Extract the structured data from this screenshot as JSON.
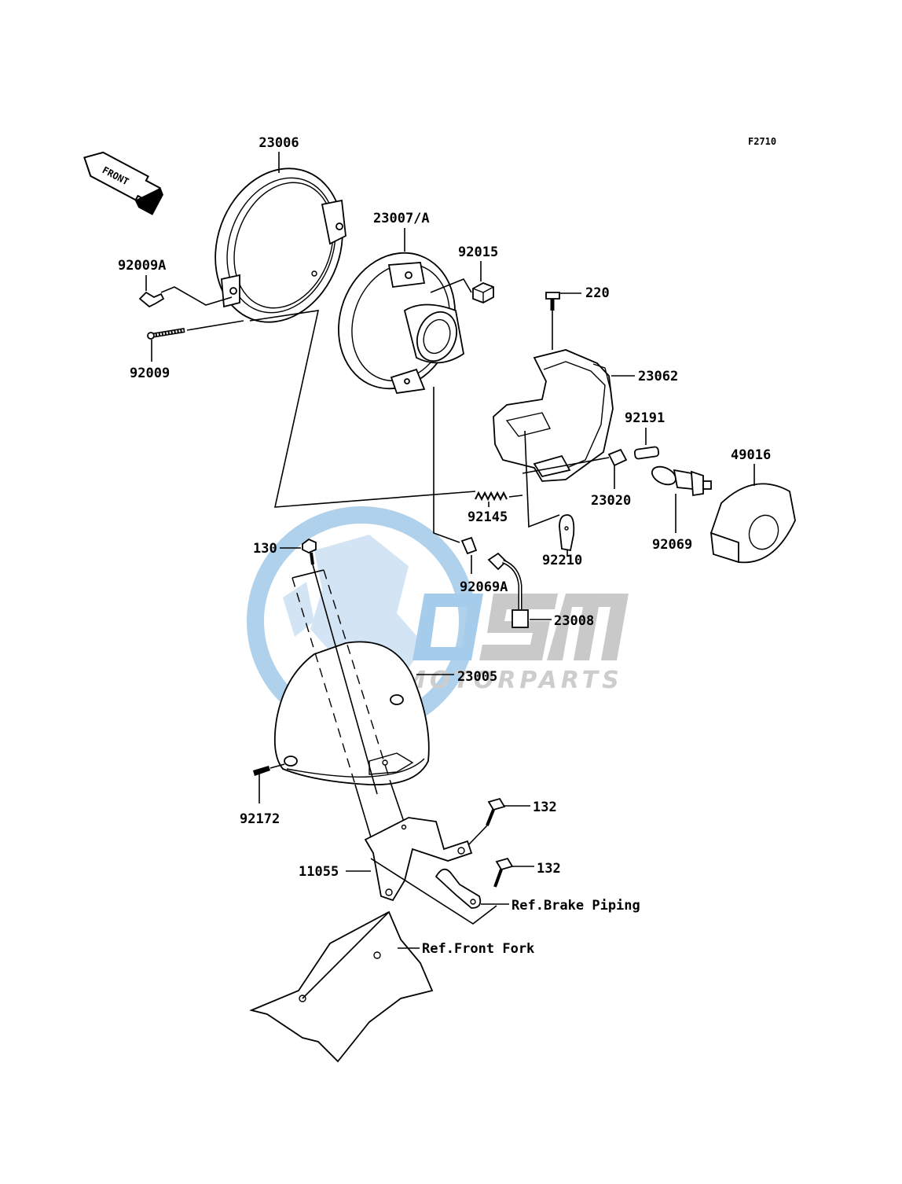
{
  "figure_code": "F2710",
  "front_arrow": {
    "text": "FRONT",
    "icon": "front-direction-arrow"
  },
  "watermark": {
    "brand": "OSM",
    "tagline": "MOTORPARTS",
    "colors": {
      "blue": "#9cc7e8",
      "grey": "#c8c8c8"
    }
  },
  "labels": {
    "p23006": "23006",
    "p23007a": "23007/A",
    "p92015": "92015",
    "p92009a": "92009A",
    "p92009": "92009",
    "p220": "220",
    "p23062": "23062",
    "p92191": "92191",
    "p49016": "49016",
    "p23020": "23020",
    "p92145": "92145",
    "p92069": "92069",
    "p92210": "92210",
    "p130": "130",
    "p92069a": "92069A",
    "p23008": "23008",
    "p23005": "23005",
    "p92172": "92172",
    "p132a": "132",
    "p132b": "132",
    "p11055": "11055",
    "ref_brake": "Ref.Brake Piping",
    "ref_fork": "Ref.Front Fork"
  }
}
